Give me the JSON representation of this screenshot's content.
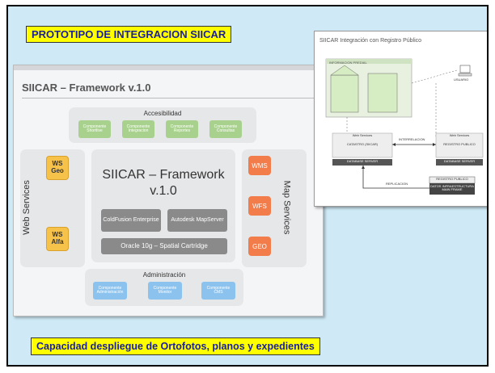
{
  "slide": {
    "title": "PROTOTIPO DE INTEGRACION SIICAR",
    "footer": "Capacidad despliegue de Ortofotos, planos y expedientes"
  },
  "framework": {
    "header": "SIICAR – Framework v.1.0",
    "accesibilidad": {
      "label": "Accesibilidad",
      "items": [
        "Componente Shortlive",
        "Componente Integracion",
        "Componente Reportes",
        "Componente Consultas"
      ]
    },
    "web_services": {
      "label": "Web Services",
      "items": [
        "WS Geo",
        "WS Alfa"
      ]
    },
    "core": {
      "title_line1": "SIICAR – Framework",
      "title_line2": "v.1.0",
      "coldfusion": "ColdFusion Enterprise",
      "autodesk": "Autodesk MapServer",
      "oracle": "Oracle 10g – Spatial Cartridge"
    },
    "map_services": {
      "label": "Map Services",
      "items": [
        "WMS",
        "WFS",
        "GEO"
      ]
    },
    "administracion": {
      "label": "Administración",
      "items": [
        "Componente Administración",
        "Componente Monitor",
        "Componente CMS"
      ]
    }
  },
  "integration": {
    "title": "SIICAR Integración con Registro Público",
    "informacion_predial": "INFORMACION PREDIAL",
    "usuario": "USUARIO",
    "catastro_web": "Web Services",
    "catastro": "CATASTRO (SIICAR)",
    "catastro_db": "DATABASE SERVER",
    "interrelacion": "INTERRELACION",
    "registro_web": "Web Services",
    "registro": "REGISTRO PUBLICO",
    "registro_db": "DATABASE SERVER",
    "replicacion": "REPLICACION",
    "registro_publico_box": "REGISTRO PUBLICO",
    "mainframe": "DATOS INFRAESTRUCTURA MAIN FRAME"
  },
  "colors": {
    "slide_bg": "#cfeaf6",
    "label_bg": "#ffff00",
    "label_text": "#1a1f9a"
  }
}
